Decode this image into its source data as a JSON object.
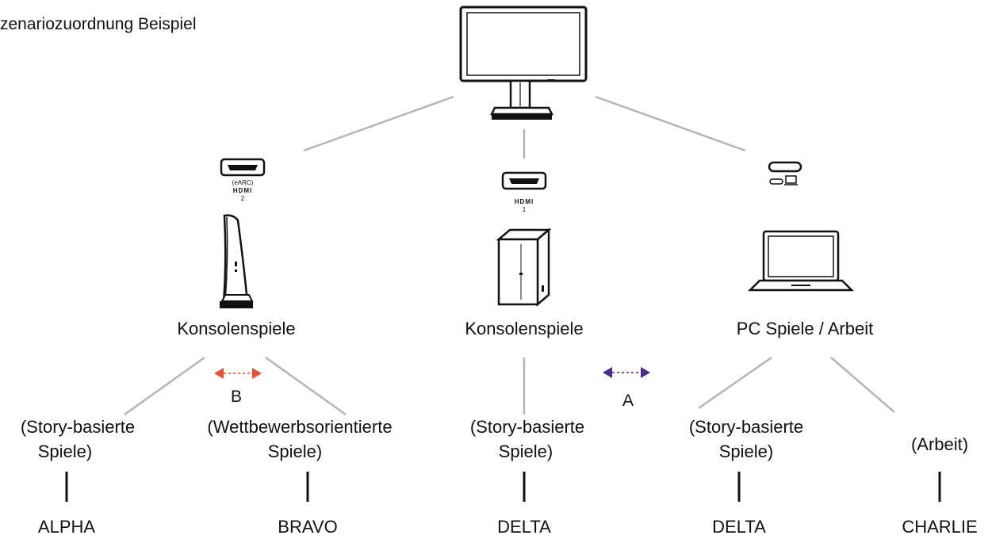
{
  "title": "zenariozuordnung Beispiel",
  "ports": {
    "hdmi2_tag": "(eARC)",
    "hdmi2_brand": "HDMI",
    "hdmi2_num": "2",
    "hdmi1_brand": "HDMI",
    "hdmi1_num": "1"
  },
  "devices": {
    "ps_label": "Konsolenspiele",
    "xbox_label": "Konsolenspiele",
    "laptop_label": "PC Spiele / Arbeit"
  },
  "arrows": {
    "b_label": "B",
    "b_color": "#e8502f",
    "a_label": "A",
    "a_color": "#4b2a8f"
  },
  "leaves": [
    {
      "line1": "(Story-basierte",
      "line2": "Spiele)",
      "mode": "ALPHA"
    },
    {
      "line1": "(Wettbewerbsorientierte",
      "line2": "Spiele)",
      "mode": "BRAVO"
    },
    {
      "line1": "(Story-basierte",
      "line2": "Spiele)",
      "mode": "DELTA"
    },
    {
      "line1": "(Story-basierte",
      "line2": "Spiele)",
      "mode": "DELTA"
    },
    {
      "line1": "",
      "line2": "(Arbeit)",
      "mode": "CHARLIE"
    }
  ]
}
